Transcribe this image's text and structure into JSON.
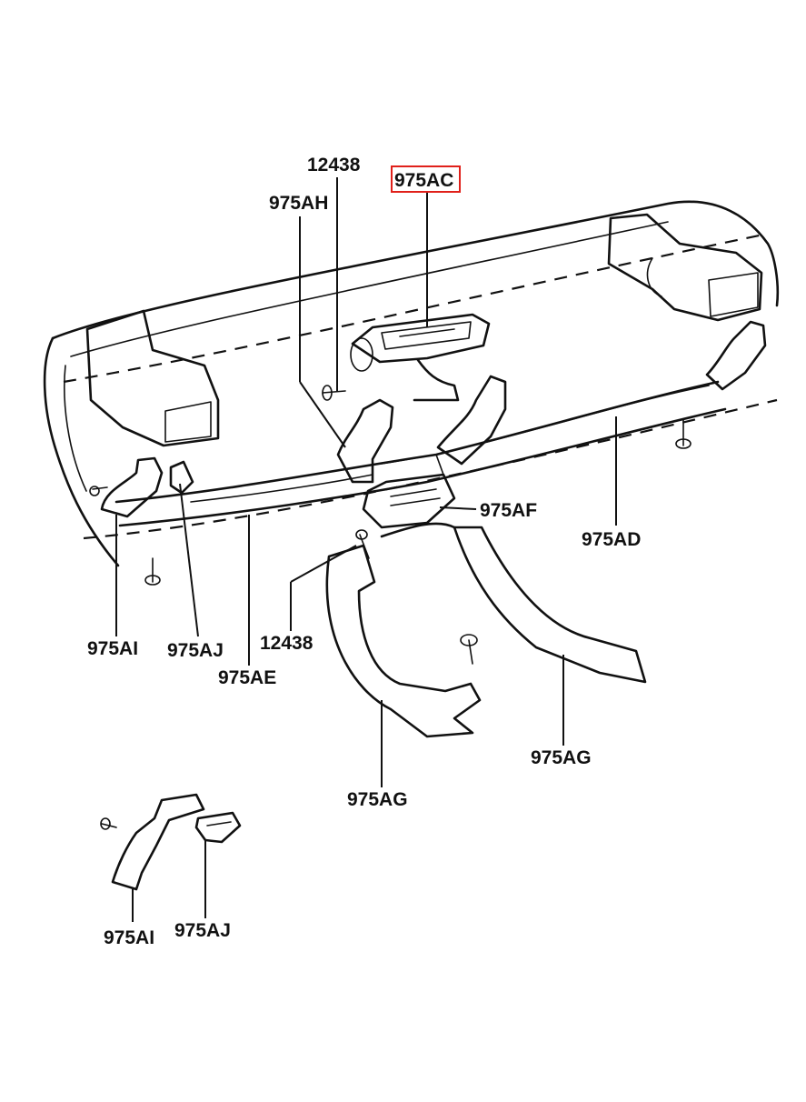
{
  "labels": {
    "l_12438_top": "12438",
    "l_975AC": "975AC",
    "l_975AH": "975AH",
    "l_975AF": "975AF",
    "l_975AD": "975AD",
    "l_975AI_main": "975AI",
    "l_975AJ_main": "975AJ",
    "l_975AE": "975AE",
    "l_12438_mid": "12438",
    "l_975AG_right": "975AG",
    "l_975AG_center": "975AG",
    "l_975AI_inset": "975AI",
    "l_975AJ_inset": "975AJ"
  },
  "highlight": {
    "target": "975AC",
    "color": "#e0201a"
  }
}
